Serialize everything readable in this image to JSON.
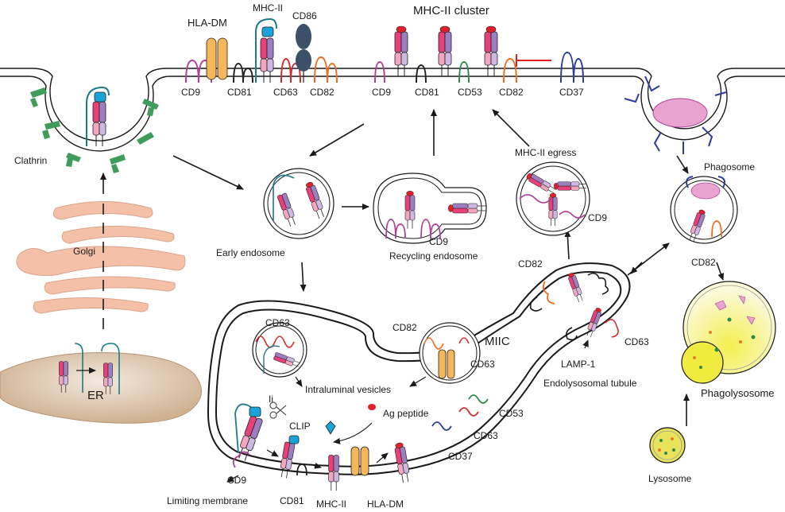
{
  "labels": {
    "mhc_cluster": "MHC-II cluster",
    "hla_dm_top": "HLA-DM",
    "mhc_top": "MHC-II",
    "cd86": "CD86",
    "cd9_a": "CD9",
    "cd81_a": "CD81",
    "cd63_a": "CD63",
    "cd82_a": "CD82",
    "cd9_b": "CD9",
    "cd81_b": "CD81",
    "cd53_b": "CD53",
    "cd82_b": "CD82",
    "cd37_b": "CD37",
    "clathrin": "Clathrin",
    "golgi": "Golgi",
    "er": "ER",
    "early_endosome": "Early endosome",
    "recycling_endosome": "Recycling endosome",
    "cd9_recycling": "CD9",
    "mhc_egress": "MHC-II egress",
    "cd9_egress": "CD9",
    "phagosome": "Phagosome",
    "cd82_phago": "CD82",
    "phagolysosome": "Phagolysosome",
    "lysosome": "Lysosome",
    "cd82_tubule": "CD82",
    "cd63_tubule": "CD63",
    "lamp1": "LAMP-1",
    "endolysosomal_tubule": "Endolysosomal tubule",
    "miic": "MIIC",
    "cd63_ilv1": "CD63",
    "cd82_ilv2": "CD82",
    "cd63_ilv2": "CD63",
    "intraluminal_vesicles": "Intraluminal vesicles",
    "ii": "Ii",
    "clip": "CLIP",
    "ag_peptide": "Ag peptide",
    "cd53_miic": "CD53",
    "cd63_miic": "CD63",
    "cd37_miic": "CD37",
    "cd9_limit": "CD9",
    "limiting_membrane": "Limiting membrane",
    "cd81_limit": "CD81",
    "mhc_limit": "MHC-II",
    "hla_dm_limit": "HLA-DM"
  },
  "colors": {
    "mhc_pink": "#e8417a",
    "mhc_light_pink": "#f4a6c0",
    "mhc_purple": "#9b7fc0",
    "mhc_light_purple": "#cdb8e3",
    "peptide_red": "#e0202a",
    "invariant_blue": "#1aa3d9",
    "hla_dm_orange": "#f6b75a",
    "cd86_navy": "#3c5068",
    "cd9_magenta": "#b0409a",
    "cd81_black": "#222222",
    "cd63_red": "#d42c2c",
    "cd82_orange": "#ef6b1f",
    "cd53_green": "#2f8a4a",
    "cd37_blue": "#2a3f9c",
    "clathrin_green": "#3f9c5a",
    "golgi_fill": "#f4c0a8",
    "er_fill": "#d2b494",
    "phagolysosome_yellow": "#f2ec5a",
    "lysosome_yellow": "#e8e35a",
    "particle_pink": "#e8a3d0",
    "inhibit_red": "#e02020"
  }
}
